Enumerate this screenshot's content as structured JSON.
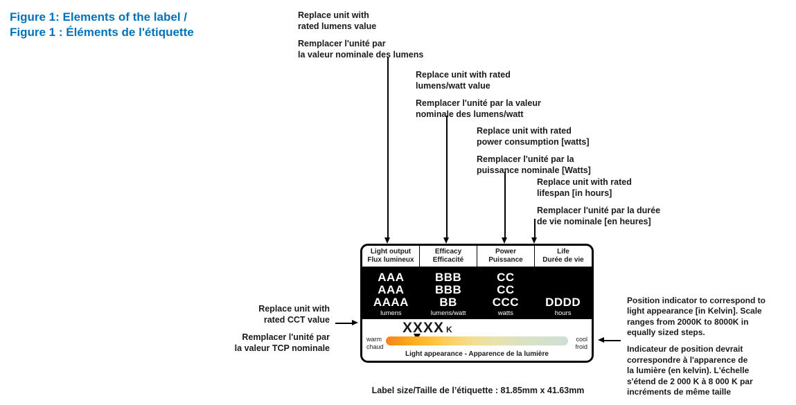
{
  "title": {
    "line1": "Figure 1: Elements of the label /",
    "line2": "Figure 1 : Éléments de l'étiquette"
  },
  "colors": {
    "title_blue": "#0072bc",
    "gradient_warm": "#f58220",
    "gradient_cool": "#cfdfd6",
    "band_background": "#000000"
  },
  "annotations": {
    "lumens": {
      "en": "Replace unit with\nrated lumens value",
      "fr": "Remplacer l'unité par\nla valeur nominale des lumens"
    },
    "efficacy": {
      "en": "Replace unit with rated\nlumens/watt value",
      "fr": "Remplacer l'unité par la valeur\nnominale des lumens/watt"
    },
    "power": {
      "en": "Replace unit with rated\npower consumption [watts]",
      "fr": "Remplacer l'unité par la\npuissance nominale [Watts]"
    },
    "life": {
      "en": "Replace unit with rated\nlifespan [in hours]",
      "fr": "Remplacer l'unité par la durée\nde vie nominale [en heures]"
    },
    "cct": {
      "en": "Replace unit with\nrated CCT value",
      "fr": "Remplacer l'unité par\nla valeur TCP nominale"
    },
    "position_indicator": {
      "en": "Position indicator to correspond to\nlight appearance [in Kelvin]. Scale\nranges from 2000K to 8000K in\nequally sized steps.",
      "fr": "Indicateur de position devrait\ncorrespondre à l'apparence de\nla lumière (en kelvin). L'échelle\ns'étend de 2 000 K à 8 000 K par\nincréments de même taille"
    }
  },
  "label": {
    "columns": [
      {
        "header": "Light output\nFlux lumineux",
        "values": "AAA\nAAA\nAAAA",
        "unit": "lumens"
      },
      {
        "header": "Efficacy\nEfficacité",
        "values": "BBB\nBBB\nBB",
        "unit": "lumens/watt"
      },
      {
        "header": "Power\nPuissance",
        "values": "CC\nCC\nCCC",
        "unit": "watts"
      },
      {
        "header": "Life\nDurée de vie",
        "values": "DDDD",
        "unit": "hours"
      }
    ],
    "cct_value": "XXXX",
    "cct_unit": "K",
    "warm": "warm\nchaud",
    "cool": "cool\nfroid",
    "caption": "Light appearance - Apparence de la lumière"
  },
  "footer": "Label size/Taille de l’étiquette : 81.85mm x 41.63mm"
}
